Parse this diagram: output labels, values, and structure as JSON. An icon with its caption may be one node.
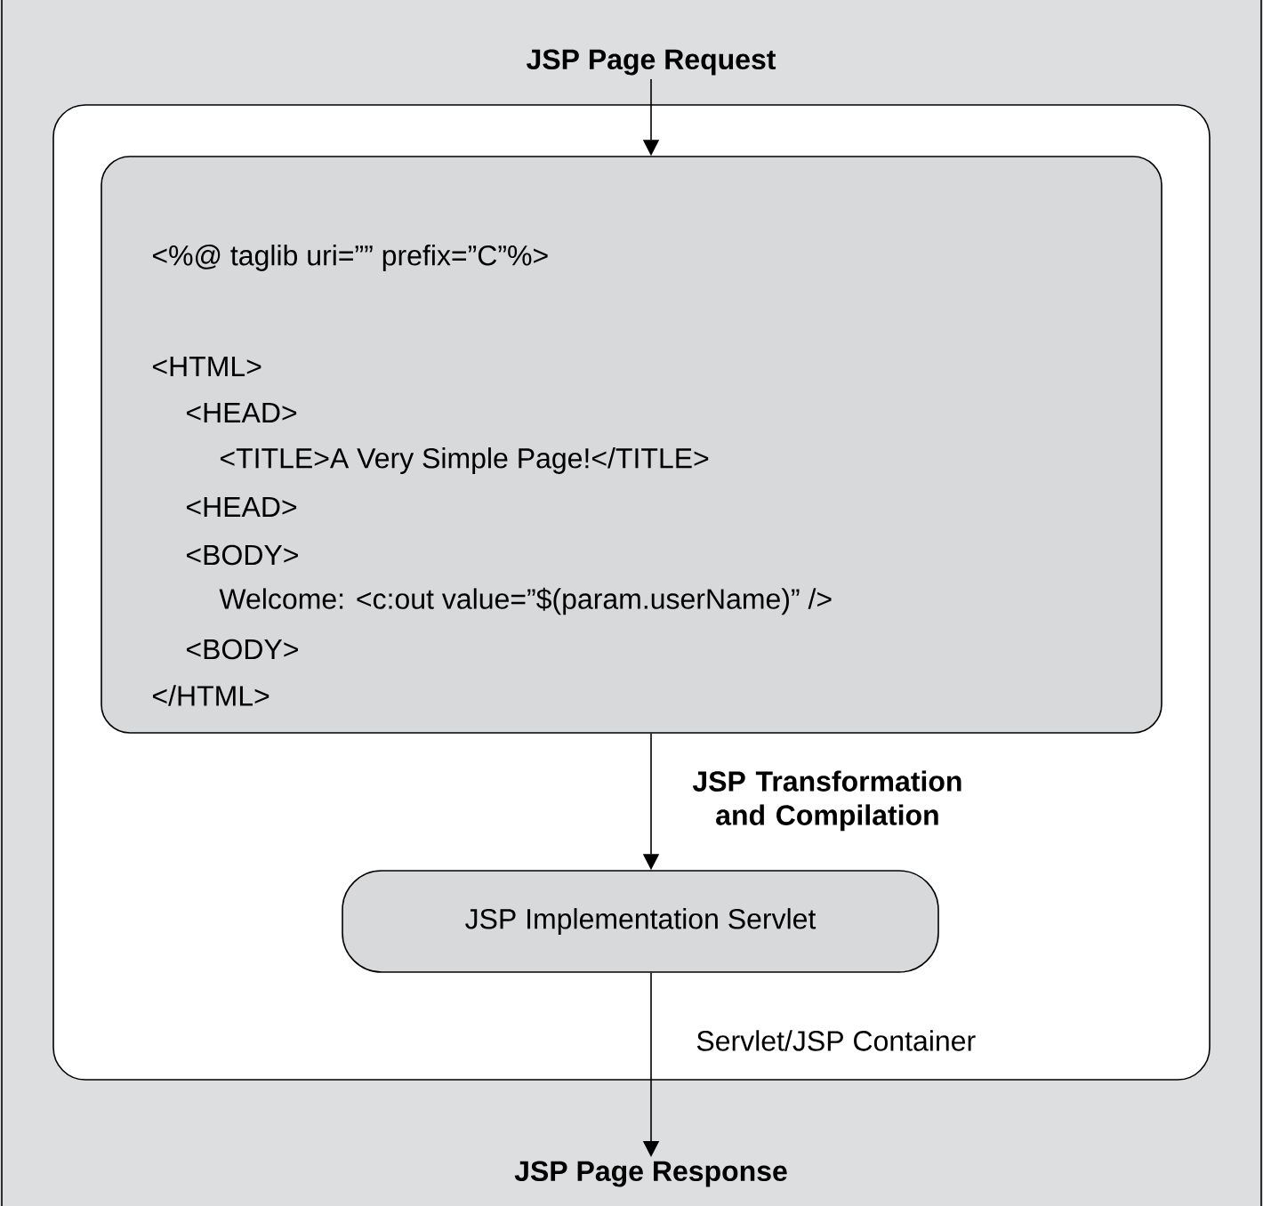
{
  "diagram": {
    "nodes": [
      {
        "text": [
          "JSP Page Request"
        ]
      },
      {
        "text": [
          "Servlet/JSP Container"
        ]
      },
      {
        "text": [
          "<%@ taglib uri=”” prefix=”C”%>",
          "<HTML>",
          "<HEAD>",
          "<TITLE>A Very Simple Page!</TITLE>",
          "<HEAD>",
          "<BODY>",
          "Welcome: <c:out value=”$(param.userName)”  />",
          "<BODY>",
          "</HTML>"
        ],
        "in": 1
      },
      {
        "text": [
          "JSP Implementation Servlet"
        ],
        "in": 1
      },
      {
        "text": [
          "JSP Page Response"
        ]
      }
    ],
    "edges": [
      {
        "from": 0,
        "to": 2,
        "arrow": "to"
      },
      {
        "from": 2,
        "to": 3,
        "arrow": "to",
        "label": "JSP Transformation and Compilation"
      },
      {
        "from": 3,
        "to": 4,
        "arrow": "to"
      }
    ]
  }
}
